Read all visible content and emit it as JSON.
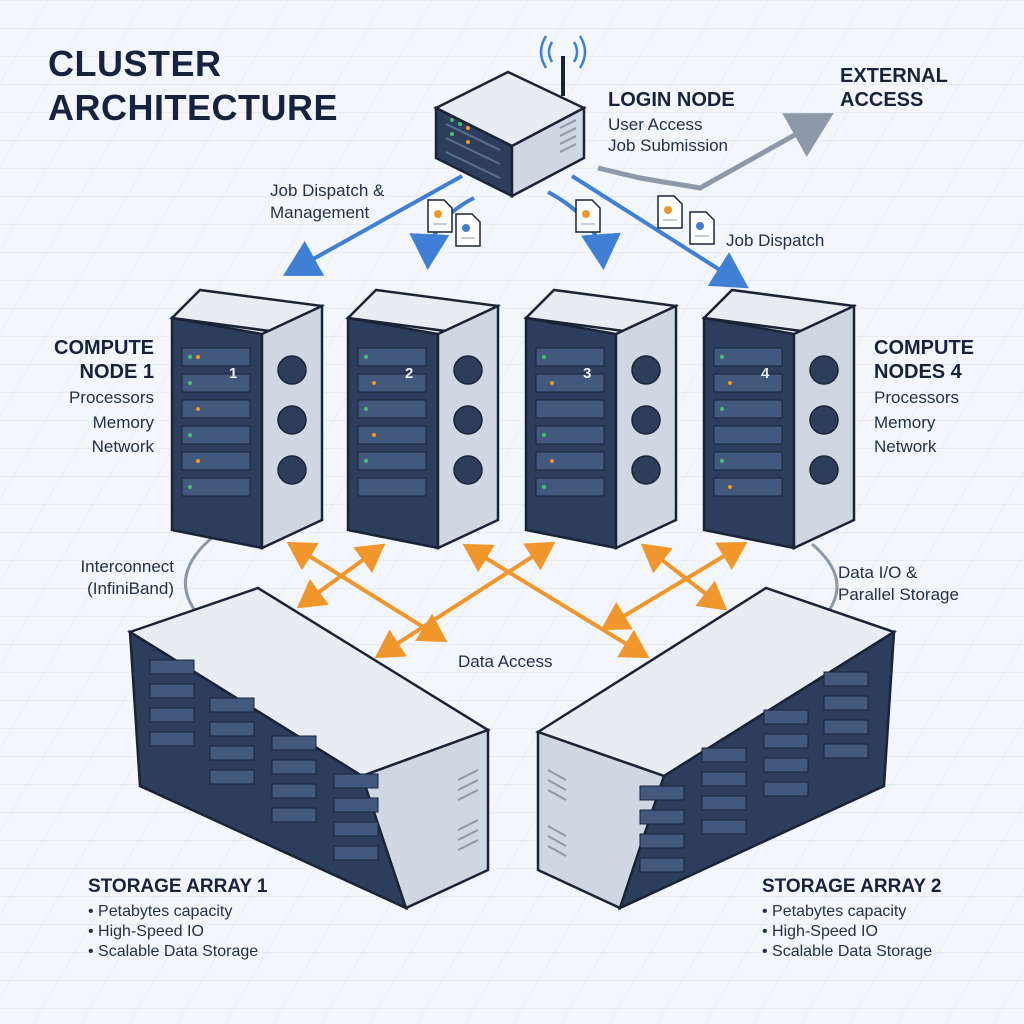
{
  "title": {
    "line1": "CLUSTER",
    "line2": "ARCHITECTURE"
  },
  "login_node": {
    "heading": "LOGIN NODE",
    "lines": [
      "User Access",
      "Job Submission"
    ]
  },
  "external": {
    "line1": "EXTERNAL",
    "line2": "ACCESS"
  },
  "edges": {
    "dispatch_mgmt": [
      "Job Dispatch &",
      "Management"
    ],
    "dispatch": "Job Dispatch",
    "interconnect": [
      "Interconnect",
      "(InfiniBand)"
    ],
    "data_io": [
      "Data I/O &",
      "Parallel Storage"
    ],
    "data_access": "Data Access"
  },
  "compute_left": {
    "heading": [
      "COMPUTE",
      "NODE 1"
    ],
    "lines": [
      "Processors",
      "Memory",
      "Network"
    ]
  },
  "compute_right": {
    "heading": [
      "COMPUTE",
      "NODES 4"
    ],
    "lines": [
      "Processors",
      "Memory",
      "Network"
    ]
  },
  "server_numbers": [
    "1",
    "2",
    "3",
    "4"
  ],
  "storage_1": {
    "heading": "STORAGE ARRAY 1",
    "bullets": [
      "Petabytes capacity",
      "High-Speed IO",
      "Scalable Data Storage"
    ]
  },
  "storage_2": {
    "heading": "STORAGE ARRAY 2",
    "bullets": [
      "Petabytes capacity",
      "High-Speed IO",
      "Scalable Data Storage"
    ]
  },
  "colors": {
    "dispatch_arrow": "#3f7fd6",
    "data_arrow": "#f0962a",
    "external_arrow": "#8d99a8",
    "outline": "#1b2436",
    "panel": "#2d3e5c"
  }
}
